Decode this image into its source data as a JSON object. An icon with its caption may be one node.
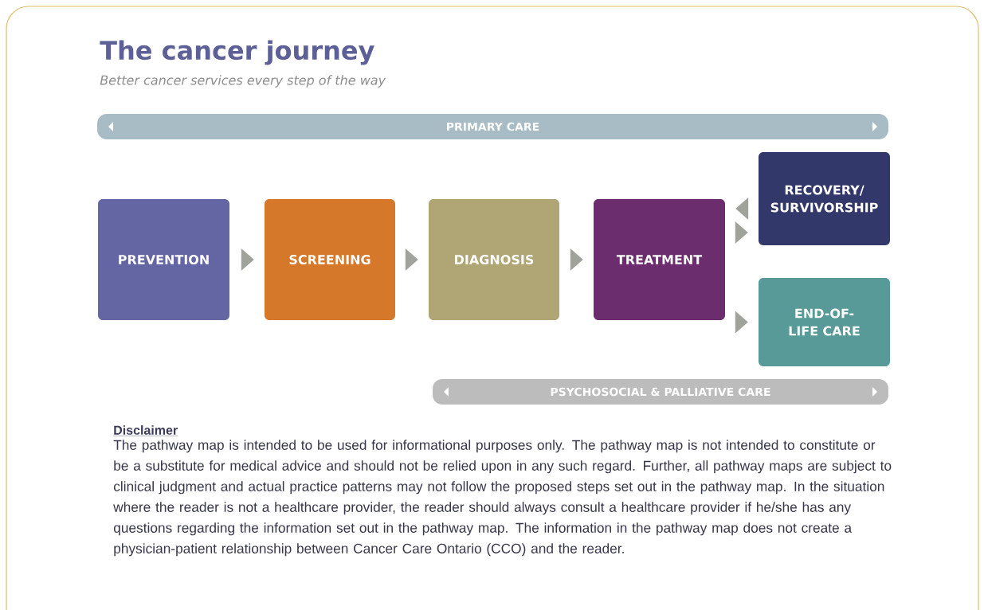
{
  "diagram": {
    "title": "The cancer journey",
    "nodes": [
      {
        "text": [
          "PRIMARY CARE"
        ]
      },
      {
        "text": [
          "PREVENTION"
        ]
      },
      {
        "text": [
          "SCREENING"
        ]
      },
      {
        "text": [
          "DIAGNOSIS"
        ]
      },
      {
        "text": [
          "TREATMENT"
        ]
      },
      {
        "text": [
          "RECOVERY/ SURVIVORSHIP"
        ]
      },
      {
        "text": [
          "END-OF-LIFE CARE"
        ]
      },
      {
        "text": [
          "PSYCHOSOCIAL & PALLIATIVE CARE"
        ]
      }
    ],
    "edges": [
      {
        "from": 1,
        "to": 2,
        "arrow": "to"
      },
      {
        "from": 2,
        "to": 3,
        "arrow": "to"
      },
      {
        "from": 3,
        "to": 4,
        "arrow": "to"
      },
      {
        "from": 5,
        "to": 4,
        "arrow": "to"
      },
      {
        "from": 4,
        "to": 5,
        "arrow": "to"
      },
      {
        "from": 4,
        "to": 6,
        "arrow": "to"
      }
    ],
    "labels": [
      "Better cancer services every step of the way",
      "Disclaimer",
      "The pathway map is intended to be used for informational purposes only. The pathway map is not intended to constitute or be a substitute for medical advice and should not be relied upon in any such regard. Further, all pathway maps are subject to clinical judgment and actual practice patterns may not follow the proposed steps set out in the pathway map. In the situation where the reader is not a healthcare provider, the reader should always consult a healthcare provider if he/she has any questions regarding the information set out in the pathway map. The information in the pathway map does not create a physician-patient relationship between Cancer Care Ontario (CCO) and the reader."
    ]
  }
}
